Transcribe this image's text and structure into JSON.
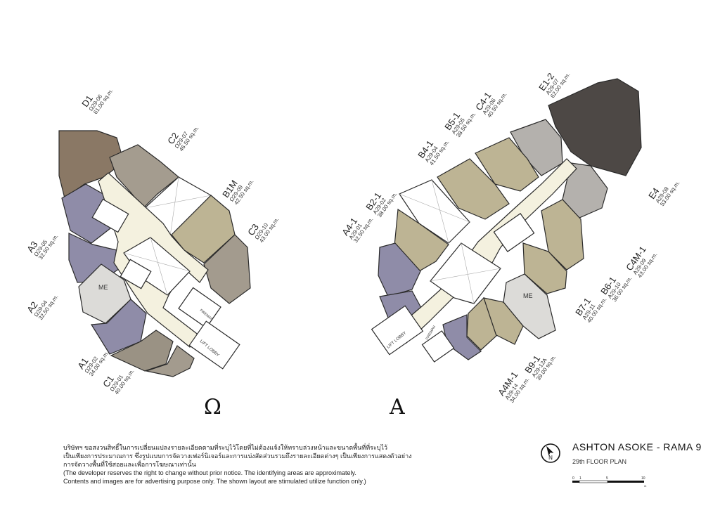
{
  "tower_left": {
    "letter": "Ω",
    "units": [
      {
        "code": "D1",
        "num": "Ω29-06",
        "area": "61.00 sq.m."
      },
      {
        "code": "C2",
        "num": "Ω29-07",
        "area": "46.50 sq.m."
      },
      {
        "code": "B1M",
        "num": "Ω29-09",
        "area": "42.50 sq.m."
      },
      {
        "code": "C3",
        "num": "Ω29-10",
        "area": "43.00 sq.m."
      },
      {
        "code": "A3",
        "num": "Ω29-05",
        "area": "32.50 sq.m."
      },
      {
        "code": "A2",
        "num": "Ω29-04",
        "area": "32.50 sq.m."
      },
      {
        "code": "A1",
        "num": "Ω29-02",
        "area": "34.00 sq.m."
      },
      {
        "code": "C1",
        "num": "Ω29-01",
        "area": "40.00 sq.m."
      }
    ],
    "room_labels": {
      "me": "ME",
      "lift": "LIFT LOBBY",
      "fireman": "FIREMAN"
    }
  },
  "tower_right": {
    "letter": "A",
    "units": [
      {
        "code": "E1-2",
        "num": "A29-07",
        "area": "62.00 sq.m."
      },
      {
        "code": "C4-1",
        "num": "A29-06",
        "area": "40.50 sq.m."
      },
      {
        "code": "B5-1",
        "num": "A29-05",
        "area": "38.50 sq.m."
      },
      {
        "code": "B4-1",
        "num": "A29-04",
        "area": "41.50 sq.m."
      },
      {
        "code": "B2-1",
        "num": "A29-02",
        "area": "38.00 sq.m."
      },
      {
        "code": "A4-1",
        "num": "A29-01",
        "area": "32.50 sq.m."
      },
      {
        "code": "E4",
        "num": "A29-08",
        "area": "53.00 sq.m."
      },
      {
        "code": "C4M-1",
        "num": "A29-09",
        "area": "43.00 sq.m."
      },
      {
        "code": "B6-1",
        "num": "A29-10",
        "area": "36.00 sq.m."
      },
      {
        "code": "B7-1",
        "num": "A29-11",
        "area": "40.00 sq.m."
      },
      {
        "code": "B9-1",
        "num": "A29-12A",
        "area": "39.00 sq.m."
      },
      {
        "code": "A4M-1",
        "num": "A29-14",
        "area": "34.00 sq.m."
      }
    ],
    "room_labels": {
      "me": "ME",
      "lift": "LIFT LOBBY",
      "fireman": "FIREMAN"
    }
  },
  "footer": {
    "thai_line1": "บริษัทฯ ขอสงวนสิทธิ์ในการเปลี่ยนแปลงรายละเอียดตามที่ระบุไว้โดยที่ไม่ต้องแจ้งให้ทราบล่วงหน้าและขนาดพื้นที่ที่ระบุไว้",
    "thai_line2": "เป็นเพียงการประมาณการ ซึ่งรูปแบบการจัดวางเฟอร์นิเจอร์และการแบ่งสัดส่วนรวมถึงรายละเอียดต่างๆ เป็นเพียงการแสดงตัวอย่าง",
    "thai_line3": "การจัดวางพื้นที่ใช้สอยและเพื่อการโฆษณาเท่านั้น",
    "en_line1": "(The developer reserves the right to change without prior notice. The identifying areas are approximately.",
    "en_line2": "Contents and images are for advertising purpose only. The shown layout are stimulated utilize function only.)"
  },
  "title": "ASHTON ASOKE - RAMA 9",
  "subtitle": "29th FLOOR PLAN",
  "compass_letter": "N",
  "scale": {
    "labels": [
      "0",
      "1",
      "5",
      "10"
    ],
    "unit": "m"
  },
  "colors": {
    "purple": "#8f8ca8",
    "taupe": "#9a9284",
    "brown": "#8a7865",
    "olive": "#bdb494",
    "grey": "#b4b1ad",
    "dark": "#4d4845",
    "corridor": "#f4f1df",
    "me": "#dcdbd8"
  }
}
